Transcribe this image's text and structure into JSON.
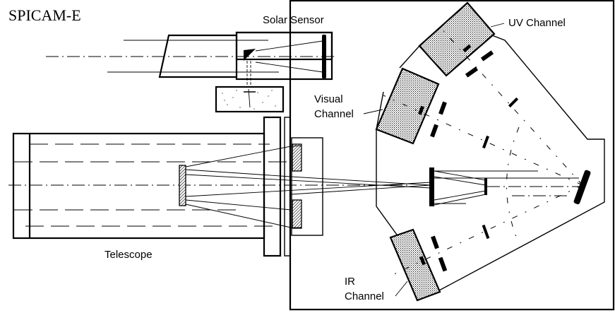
{
  "title": "SPICAM-E",
  "labels": {
    "solar_sensor": "Solar Sensor",
    "uv_channel": "UV Channel",
    "visual_channel_line1": "Visual",
    "visual_channel_line2": "Channel",
    "telescope": "Telescope",
    "ir_channel_line1": "IR",
    "ir_channel_line2": "Channel"
  },
  "colors": {
    "ink": "#000000",
    "background": "#ffffff",
    "detector_fill": "#bfbfbf"
  }
}
